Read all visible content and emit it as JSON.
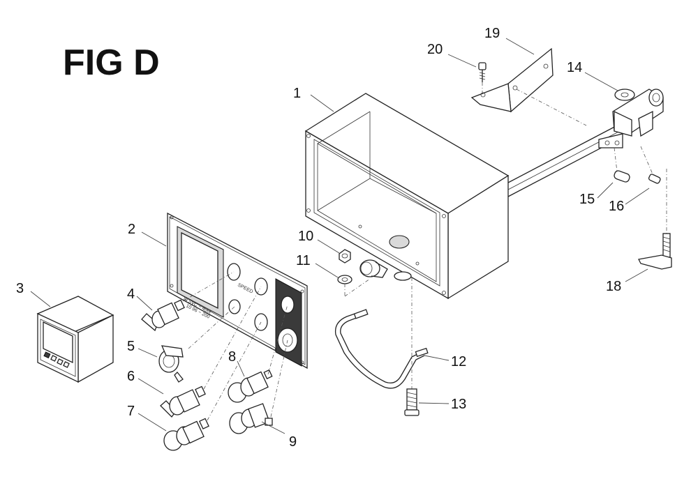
{
  "figure": {
    "title": "FIG D",
    "panel_texts": {
      "meter_line1": "W  5VC ~  400t",
      "meter_line2": "10  96 ~ 200",
      "speed": "SPEED"
    },
    "callouts": [
      {
        "id": "c1",
        "text": "1"
      },
      {
        "id": "c2",
        "text": "2"
      },
      {
        "id": "c3",
        "text": "3"
      },
      {
        "id": "c4",
        "text": "4"
      },
      {
        "id": "c5",
        "text": "5"
      },
      {
        "id": "c6",
        "text": "6"
      },
      {
        "id": "c7",
        "text": "7"
      },
      {
        "id": "c8",
        "text": "8"
      },
      {
        "id": "c9",
        "text": "9"
      },
      {
        "id": "c10",
        "text": "10"
      },
      {
        "id": "c11",
        "text": "11"
      },
      {
        "id": "c12",
        "text": "12"
      },
      {
        "id": "c13",
        "text": "13"
      },
      {
        "id": "c14",
        "text": "14"
      },
      {
        "id": "c15",
        "text": "15"
      },
      {
        "id": "c16",
        "text": "16"
      },
      {
        "id": "c18",
        "text": "18"
      },
      {
        "id": "c19",
        "text": "19"
      },
      {
        "id": "c20",
        "text": "20"
      }
    ]
  }
}
